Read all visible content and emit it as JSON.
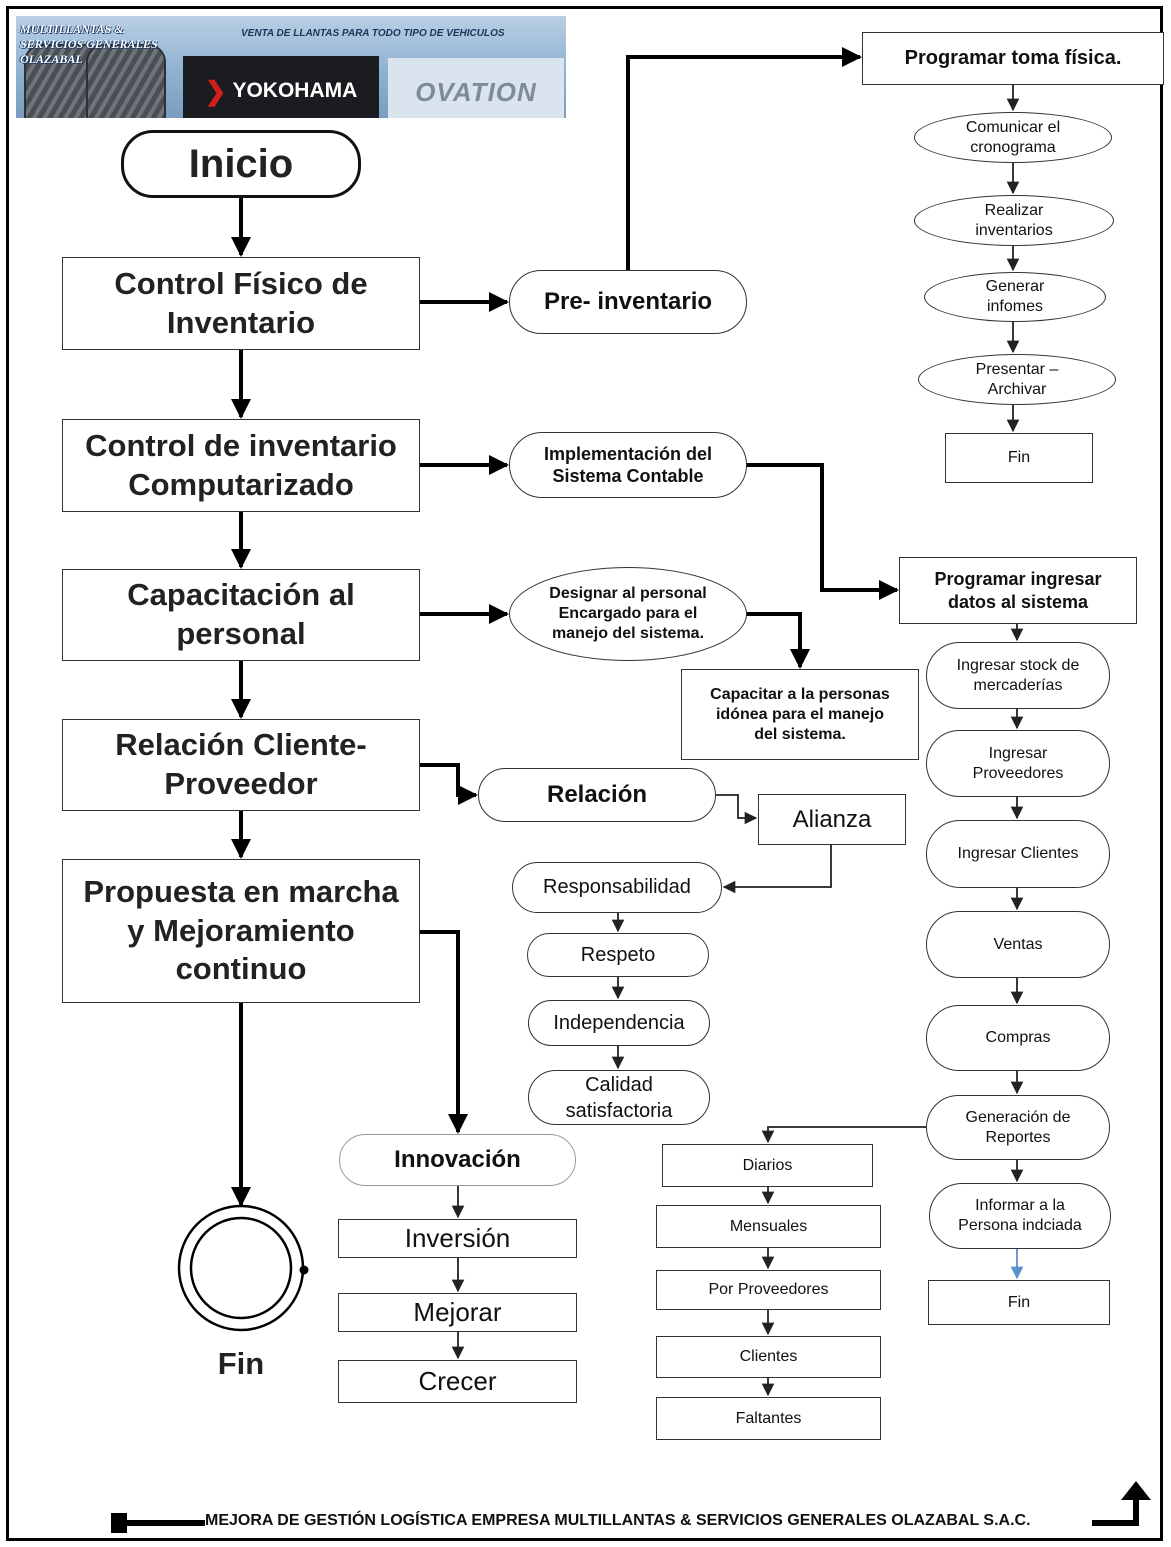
{
  "banner": {
    "company": "MULTILLANTAS & SERVICIOS GENERALES OLAZABAL",
    "tagline": "VENTA DE LLANTAS PARA TODO TIPO DE VEHICULOS",
    "brand1": "YOKOHAMA",
    "brand2": "OVATION"
  },
  "main_flow": {
    "start": "Inicio",
    "steps": [
      "Control Físico de\nInventario",
      "Control de inventario\nComputarizado",
      "Capacitación al\npersonal",
      "Relación Cliente-\nProveedor",
      "Propuesta en marcha\ny Mejoramiento\ncontinuo"
    ],
    "end": "Fin"
  },
  "pre_inventory": {
    "label": "Pre- inventario",
    "program": "Programar toma física.",
    "steps": [
      "Comunicar el\ncronograma",
      "Realizar\ninventarios",
      "Generar\ninfomes",
      "Presentar –\nArchivar"
    ],
    "end": "Fin"
  },
  "system": {
    "implementation": "Implementación del\nSistema Contable",
    "program": "Programar ingresar\ndatos al sistema",
    "steps": [
      "Ingresar stock de\nmercaderías",
      "Ingresar\nProveedores",
      "Ingresar Clientes",
      "Ventas",
      "Compras",
      "Generación de\nReportes",
      "Informar a la\nPersona indciada"
    ],
    "end": "Fin",
    "reports": [
      "Diarios",
      "Mensuales",
      "Por Proveedores",
      "Clientes",
      "Faltantes"
    ]
  },
  "training": {
    "designate": "Designar al personal\nEncargado para el\nmanejo del sistema.",
    "train": "Capacitar a la personas\nidónea para el manejo\ndel sistema."
  },
  "relationship": {
    "label": "Relación",
    "alliance": "Alianza",
    "values": [
      "Responsabilidad",
      "Respeto",
      "Independencia",
      "Calidad\nsatisfactoria"
    ]
  },
  "innovation": {
    "label": "Innovación",
    "steps": [
      "Inversión",
      "Mejorar",
      "Crecer"
    ]
  },
  "footer": "MEJORA DE GESTIÓN LOGÍSTICA EMPRESA MULTILLANTAS & SERVICIOS GENERALES OLAZABAL S.A.C."
}
